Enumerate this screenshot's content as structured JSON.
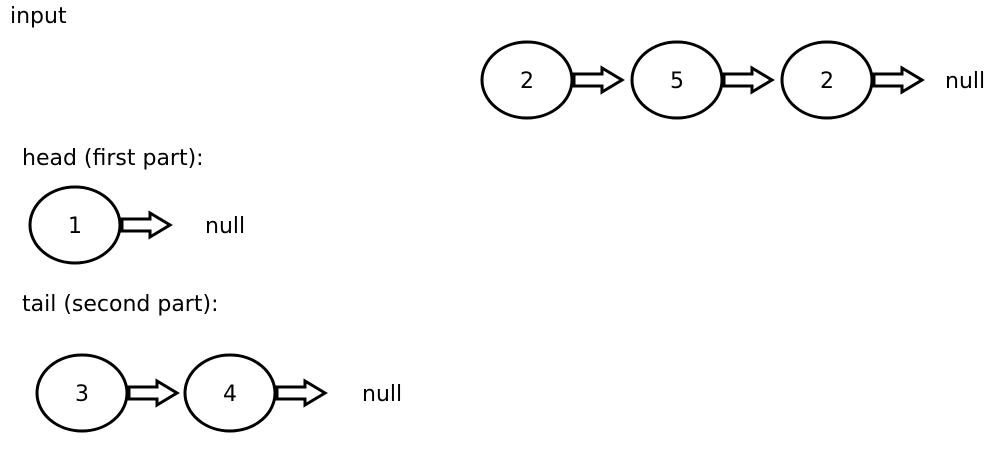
{
  "labels": {
    "input": "input",
    "head": "head (first part):",
    "tail": "tail (second part):"
  },
  "input_list": [
    "2",
    "5",
    "2"
  ],
  "head_list": [
    "1"
  ],
  "tail_list": [
    "3",
    "4"
  ],
  "null_label": "null"
}
